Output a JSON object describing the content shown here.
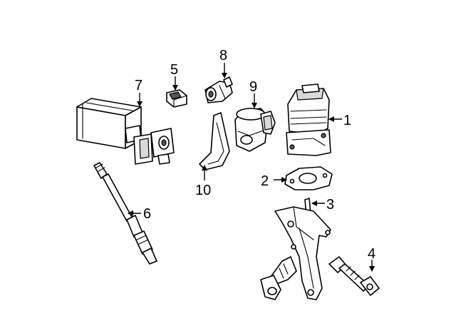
{
  "callouts": [
    {
      "id": "1",
      "label": "1",
      "part": "egr-valve"
    },
    {
      "id": "2",
      "label": "2",
      "part": "gasket"
    },
    {
      "id": "3",
      "label": "3",
      "part": "egr-pipe-bracket"
    },
    {
      "id": "4",
      "label": "4",
      "part": "bolt"
    },
    {
      "id": "5",
      "label": "5",
      "part": "connector"
    },
    {
      "id": "6",
      "label": "6",
      "part": "oxygen-sensor"
    },
    {
      "id": "7",
      "label": "7",
      "part": "vapor-canister"
    },
    {
      "id": "8",
      "label": "8",
      "part": "solenoid"
    },
    {
      "id": "9",
      "label": "9",
      "part": "air-pump"
    },
    {
      "id": "10",
      "label": "10",
      "part": "mounting-bracket"
    }
  ]
}
